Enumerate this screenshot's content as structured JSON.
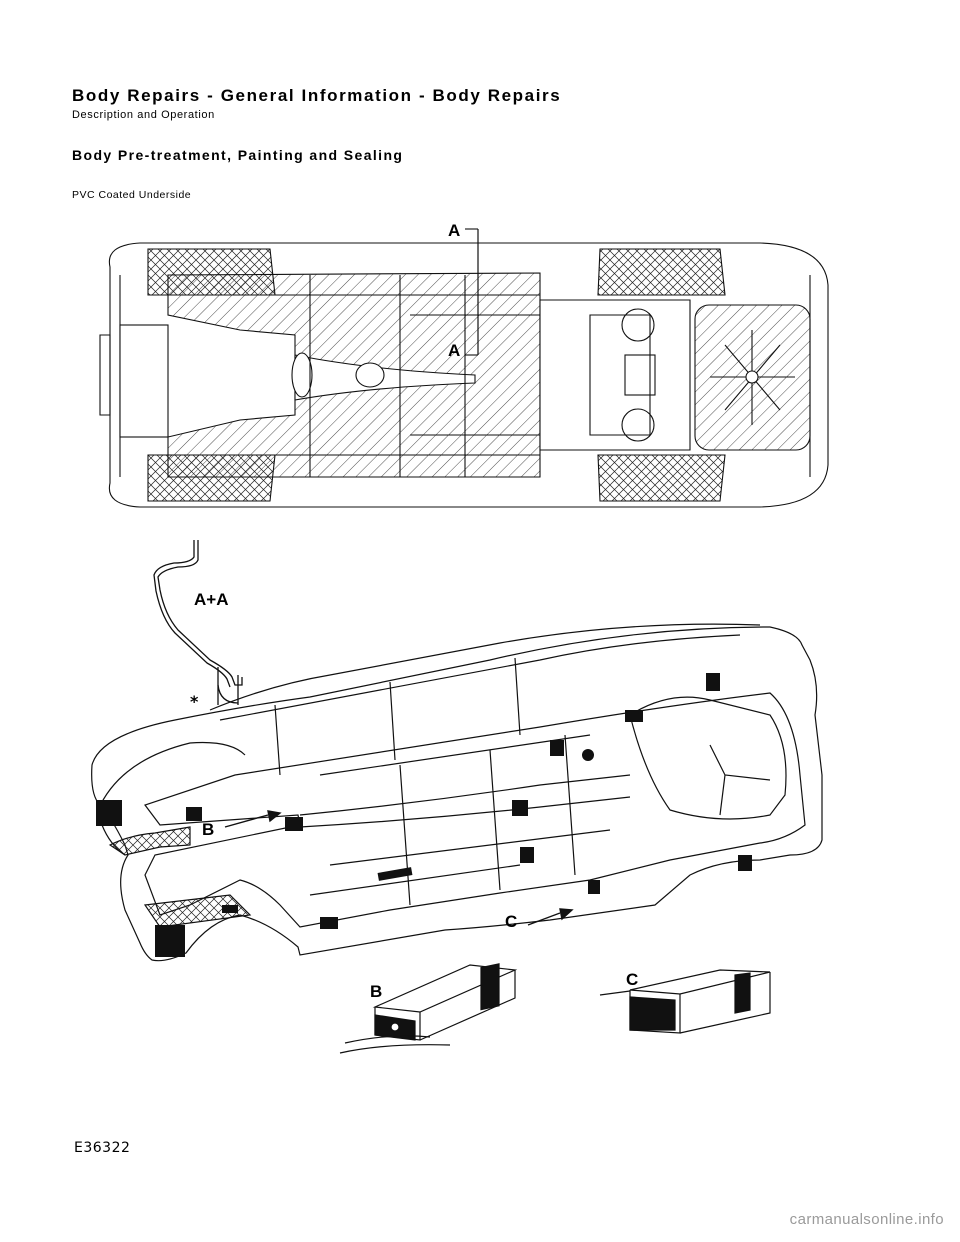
{
  "header": {
    "title": "Body Repairs - General Information - Body Repairs",
    "subtitle": "Description and Operation"
  },
  "section": {
    "title": "Body Pre-treatment, Painting and Sealing",
    "caption": "PVC Coated Underside"
  },
  "figure": {
    "id": "E36322",
    "labels": {
      "section_a_top": "A",
      "section_a_bottom": "A",
      "section_view": "A+A",
      "asterisk": "*",
      "detail_b": "B",
      "detail_c": "C",
      "detail_b_ref": "B",
      "detail_c_ref": "C"
    }
  },
  "footer": {
    "watermark": "carmanualsonline.info"
  }
}
